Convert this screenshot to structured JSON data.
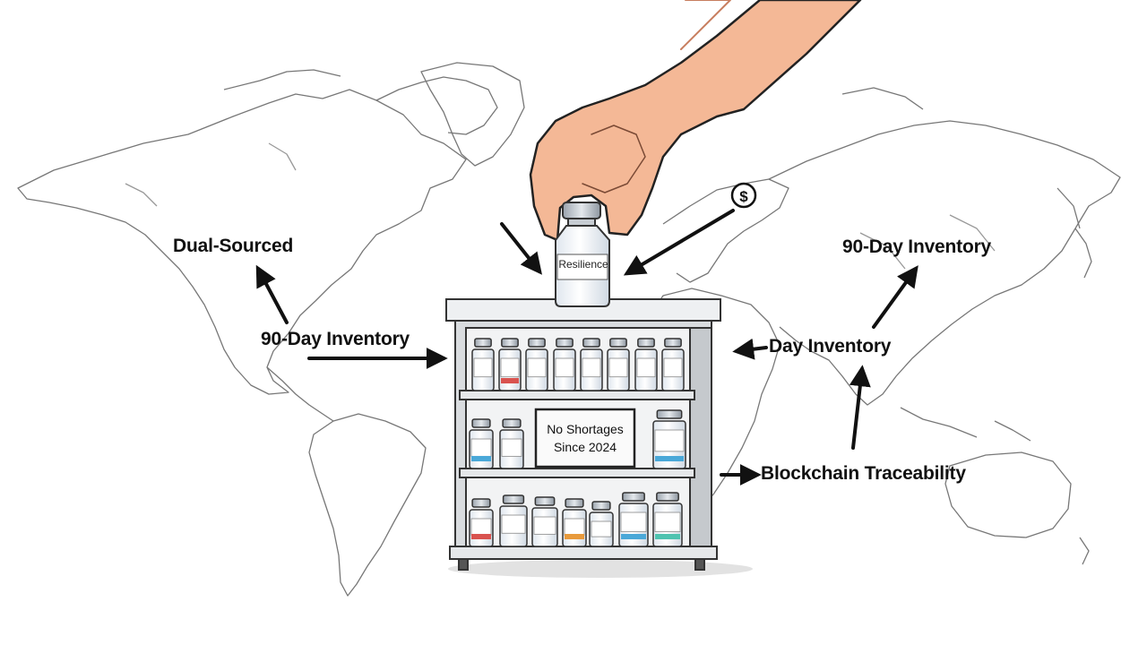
{
  "labels": {
    "dual_sourced": "Dual-Sourced",
    "inventory_left": "90-Day Inventory",
    "inventory_right_top": "90-Day Inventory",
    "inventory_right_mid": "Day Inventory",
    "blockchain": "Blockchain Traceability"
  },
  "sign": {
    "line1": "No Shortages",
    "line2": "Since 2024"
  },
  "vial_label": "Resilience",
  "coin_symbol": "$",
  "colors": {
    "ink": "#111111",
    "skin": "#f4b896",
    "shelf": "#e6e8ea",
    "vial_blue": "#4aa8d8",
    "vial_teal": "#4fc3b0",
    "vial_orange": "#e89a3c",
    "vial_red": "#d9534f"
  },
  "icons": [
    "hand-icon",
    "coin-icon",
    "world-map",
    "medicine-vial-icon"
  ]
}
